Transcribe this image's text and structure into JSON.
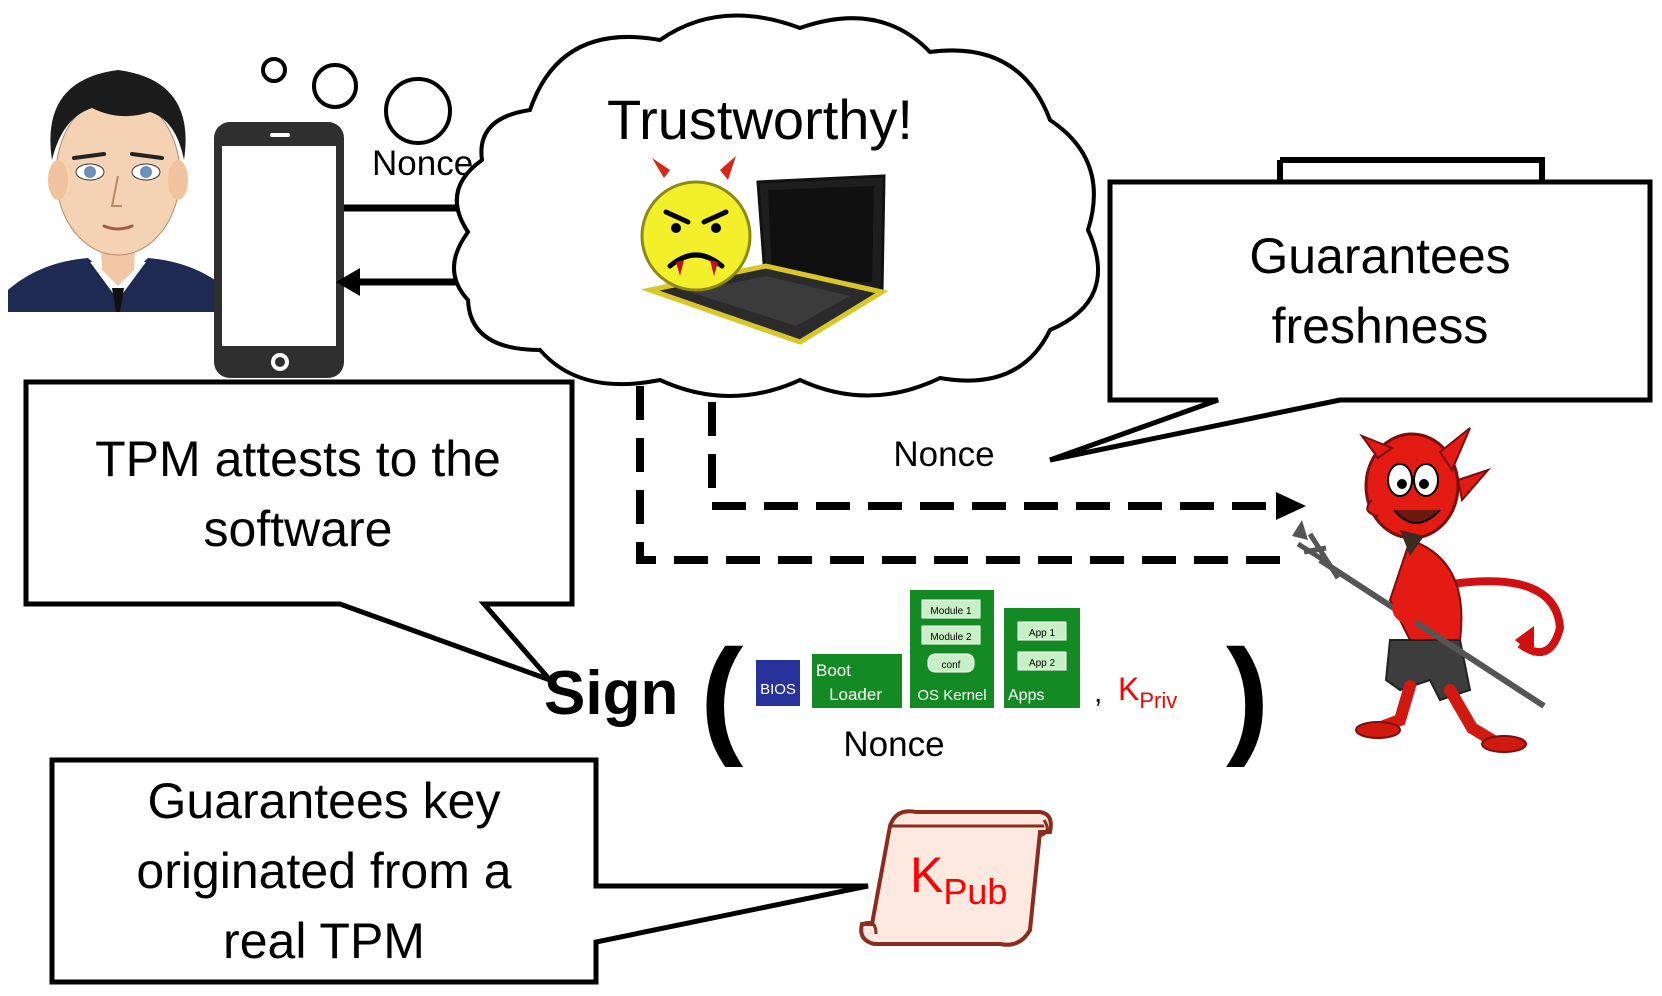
{
  "thought": {
    "label": "Trustworthy!"
  },
  "callouts": {
    "freshness": {
      "line1": "Guarantees",
      "line2": "freshness"
    },
    "attest": {
      "line1": "TPM attests to the",
      "line2": "software"
    },
    "key": {
      "line1": "Guarantees key",
      "line2": "originated from a",
      "line3": "real TPM"
    }
  },
  "labels": {
    "nonce_top": "Nonce",
    "nonce_mid": "Nonce",
    "nonce_bottom": "Nonce",
    "sign": "Sign",
    "open_paren": "(",
    "close_paren": ")",
    "comma": ",",
    "kpriv_main": "K",
    "kpriv_sub": "Priv",
    "kpub_main": "K",
    "kpub_sub": "Pub"
  },
  "stack": {
    "bios": "BIOS",
    "boot_line1": "Boot",
    "boot_line2": "Loader",
    "module1": "Module 1",
    "module2": "Module 2",
    "conf": "conf",
    "os": "OS Kernel",
    "app1": "App 1",
    "app2": "App 2",
    "apps": "Apps"
  },
  "colors": {
    "key_red": "#ff0000",
    "stack_green": "#138a24",
    "bios_blue": "#27329a",
    "devil_red": "#e31b12",
    "smiley_yellow": "#f3ef2a",
    "scroll_fill": "#fde9df",
    "scroll_edge": "#8b2c1e"
  }
}
